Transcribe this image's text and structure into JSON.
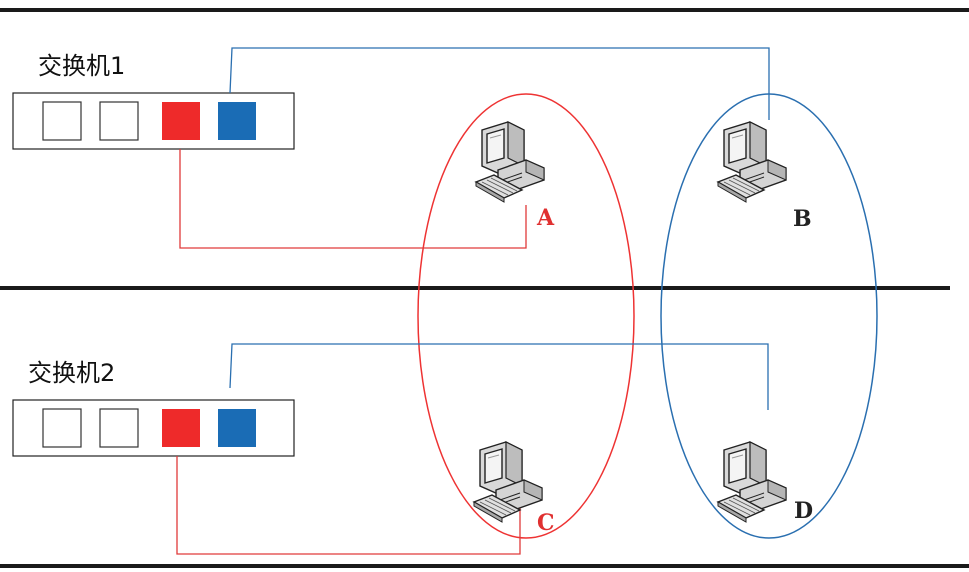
{
  "switches": [
    {
      "id": "sw1",
      "label": "交换机1"
    },
    {
      "id": "sw2",
      "label": "交换机2"
    }
  ],
  "computers": [
    {
      "id": "A",
      "label": "A",
      "vlan": "red"
    },
    {
      "id": "B",
      "label": "B",
      "vlan": "blue"
    },
    {
      "id": "C",
      "label": "C",
      "vlan": "red"
    },
    {
      "id": "D",
      "label": "D",
      "vlan": "blue"
    }
  ],
  "colors": {
    "red_vlan": "#ee2a2a",
    "blue_vlan": "#1a6cb5",
    "line_dark": "#1a1a1a",
    "pc_label_red": "#e03030",
    "pc_label_dark": "#222222"
  },
  "icons": {
    "computer": "desktop-computer-icon"
  }
}
